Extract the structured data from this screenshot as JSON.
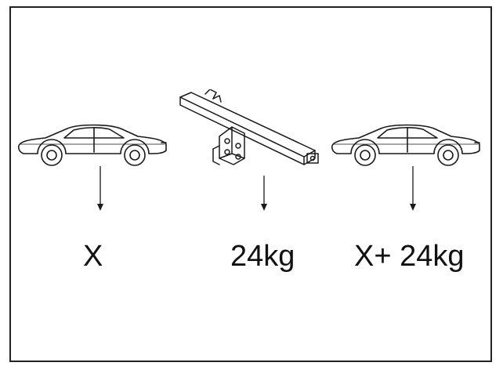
{
  "labels": {
    "car_left": "X",
    "tow_bar": "24kg",
    "car_right": "X+ 24kg"
  },
  "colors": {
    "line": "#1a1a1a",
    "frame": "#222222",
    "background": "#ffffff"
  },
  "icons": {
    "car_left": "car-icon",
    "tow_bar": "tow-bar-icon",
    "car_right": "car-icon",
    "arrows": "arrow-down-icon"
  }
}
